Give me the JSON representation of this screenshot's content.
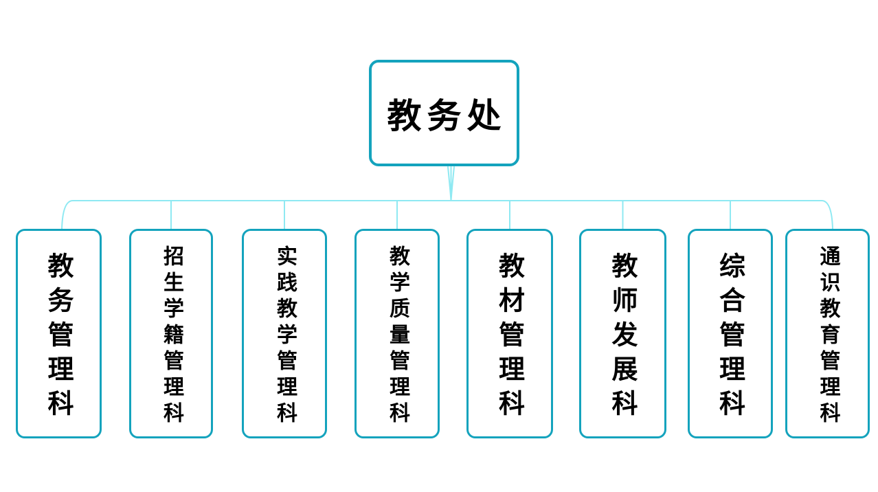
{
  "org_chart": {
    "root": {
      "label": "教务处"
    },
    "children": [
      {
        "label": "教务管理科"
      },
      {
        "label": "招生学籍管理科"
      },
      {
        "label": "实践教学管理科"
      },
      {
        "label": "教学质量管理科"
      },
      {
        "label": "教材管理科"
      },
      {
        "label": "教师发展科"
      },
      {
        "label": "综合管理科"
      },
      {
        "label": "通识教育管理科"
      }
    ],
    "colors": {
      "node_border": "#14a3bd",
      "connector": "#8fe9f2",
      "text": "#000000",
      "background": "#ffffff"
    }
  }
}
